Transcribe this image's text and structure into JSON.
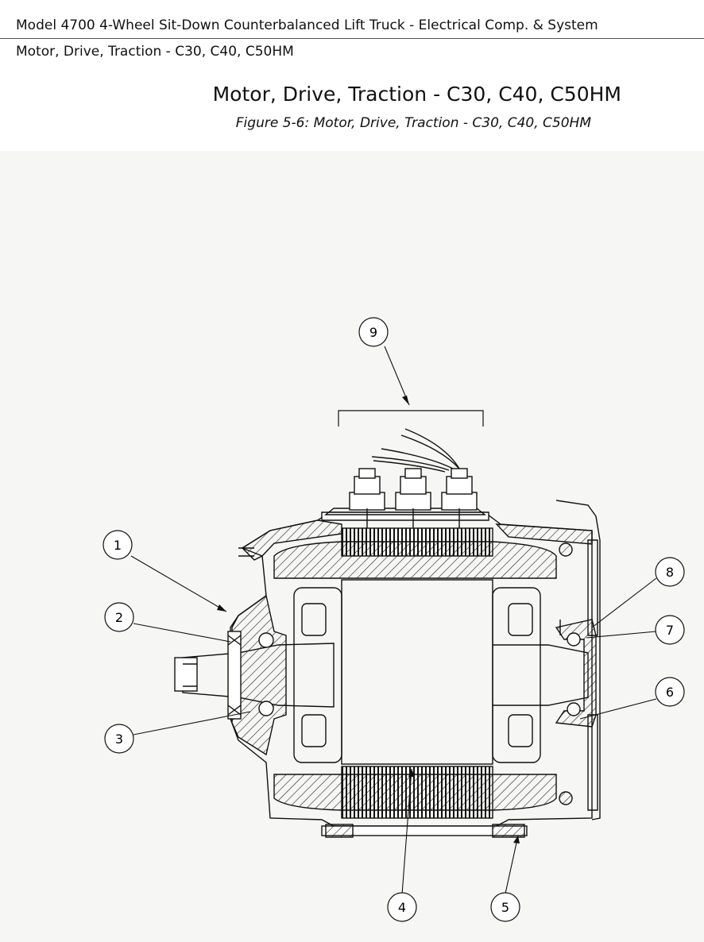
{
  "header": {
    "document_title": "Model 4700 4-Wheel Sit-Down Counterbalanced Lift Truck - Electrical Comp. & System",
    "section": "Motor, Drive, Traction - C30, C40, C50HM"
  },
  "page": {
    "title": "Motor, Drive, Traction - C30, C40, C50HM",
    "figure_caption": "Figure 5-6: Motor, Drive, Traction - C30, C40, C50HM"
  },
  "callouts": [
    {
      "id": "c1",
      "label": "1"
    },
    {
      "id": "c2",
      "label": "2"
    },
    {
      "id": "c3",
      "label": "3"
    },
    {
      "id": "c4",
      "label": "4"
    },
    {
      "id": "c5",
      "label": "5"
    },
    {
      "id": "c6",
      "label": "6"
    },
    {
      "id": "c7",
      "label": "7"
    },
    {
      "id": "c8",
      "label": "8"
    },
    {
      "id": "c9",
      "label": "9"
    }
  ]
}
